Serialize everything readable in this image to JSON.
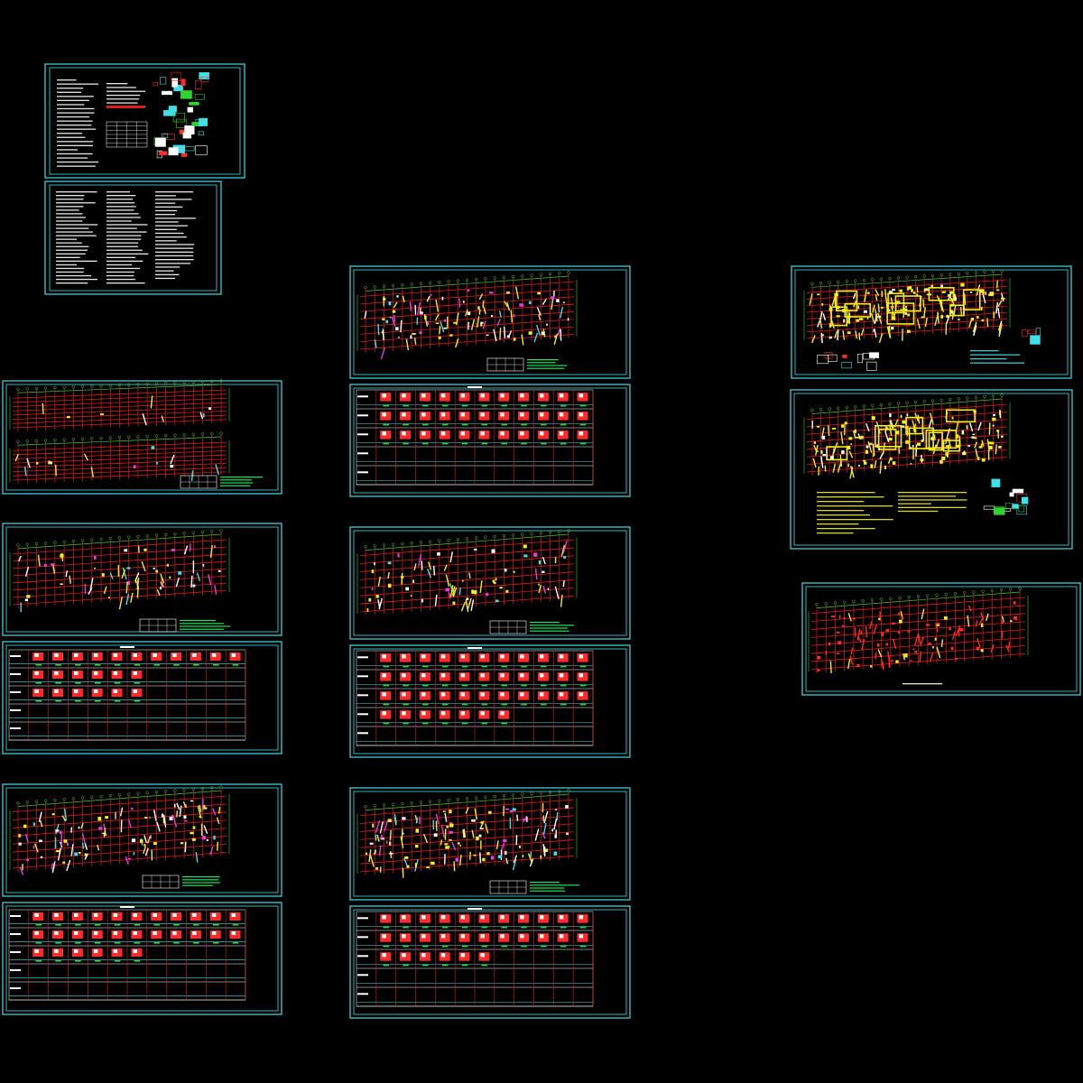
{
  "app": {
    "title": "",
    "background": "#000000"
  },
  "colors": {
    "frame": "#3fe0e8",
    "grid": "#e01b1b",
    "axis": "#2fd52f",
    "wall": "#f3f01a",
    "note": "#1ee35a",
    "text": "#ffffff",
    "column": "#ff2a2a",
    "magenta": "#e53ce8"
  },
  "sheets": [
    {
      "id": "general-notes-1",
      "kind": "notes"
    },
    {
      "id": "general-notes-2",
      "kind": "notes"
    },
    {
      "id": "foundation-plan-pair",
      "kind": "plan-pair"
    },
    {
      "id": "column-plan-a",
      "kind": "plan"
    },
    {
      "id": "column-table-a",
      "kind": "table"
    },
    {
      "id": "column-plan-b",
      "kind": "plan"
    },
    {
      "id": "column-table-b",
      "kind": "table"
    },
    {
      "id": "column-plan-c",
      "kind": "plan"
    },
    {
      "id": "column-table-c",
      "kind": "table"
    },
    {
      "id": "column-plan-d",
      "kind": "plan"
    },
    {
      "id": "column-table-d",
      "kind": "table"
    },
    {
      "id": "column-plan-e",
      "kind": "plan"
    },
    {
      "id": "column-table-e",
      "kind": "table"
    },
    {
      "id": "beam-plan-a",
      "kind": "plan"
    },
    {
      "id": "beam-plan-b",
      "kind": "plan"
    },
    {
      "id": "roof-plan",
      "kind": "plan"
    }
  ]
}
